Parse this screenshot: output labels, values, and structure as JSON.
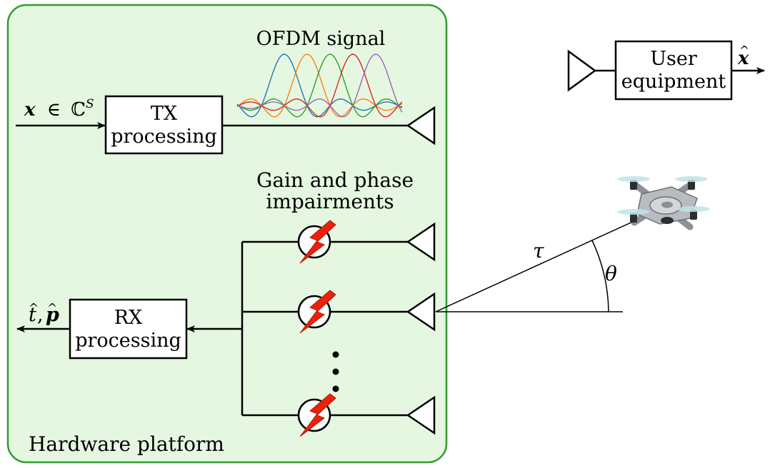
{
  "platform": {
    "label": "Hardware platform"
  },
  "tx": {
    "line1": "TX",
    "line2": "processing",
    "input_var": "x",
    "input_rel": "∈",
    "input_set": "ℂ",
    "input_sup": "S"
  },
  "ofdm": {
    "label": "OFDM signal",
    "colors": [
      "#1f77b4",
      "#ff7f0e",
      "#2ca02c",
      "#d62728",
      "#9467bd"
    ]
  },
  "impairments": {
    "line1": "Gain and phase",
    "line2": "impairments",
    "color": "#d9301e"
  },
  "rx": {
    "line1": "RX",
    "line2": "processing",
    "output_t": "t",
    "output_hat": "^",
    "output_comma": ",",
    "output_p": "p"
  },
  "ue": {
    "line1": "User",
    "line2": "equipment",
    "output_var": "x",
    "output_hat": "^"
  },
  "channel": {
    "delay": "τ",
    "angle": "θ"
  },
  "colors": {
    "platform_fill": "#e6f7e1",
    "platform_border": "#2e9e2e",
    "bolt": "#e8220c"
  }
}
